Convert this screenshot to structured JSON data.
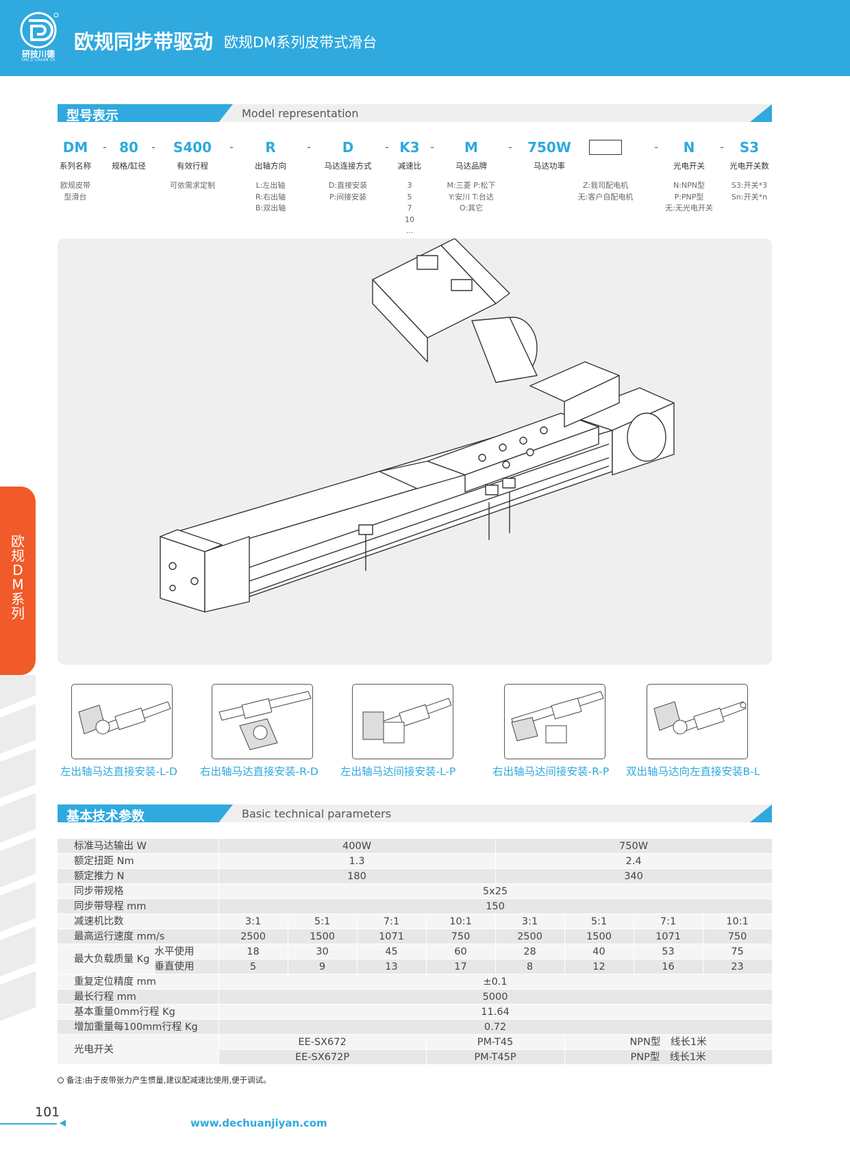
{
  "header": {
    "logo_text": "研技川德",
    "logo_sub": "YAN JI CHUAN DE",
    "title": "欧规同步带驱动",
    "subtitle": "欧规DM系列皮带式滑台"
  },
  "side_tab": {
    "label": "欧规DM系列"
  },
  "model_section": {
    "title": "型号表示",
    "title_en": "Model representation"
  },
  "model_codes": [
    {
      "code": "DM",
      "label": "系列名称",
      "options": "欧规皮带\n型滑台"
    },
    {
      "code": "80",
      "label": "规格/缸径",
      "options": ""
    },
    {
      "code": "S400",
      "label": "有效行程",
      "options": "可依需求定制"
    },
    {
      "code": "R",
      "label": "出轴方向",
      "options": "L:左出轴\nR:右出轴\nB:双出轴"
    },
    {
      "code": "D",
      "label": "马达连接方式",
      "options": "D:直接安装\nP:间接安装"
    },
    {
      "code": "K3",
      "label": "减速比",
      "options": "3\n5\n7\n10\n..."
    },
    {
      "code": "M",
      "label": "马达品牌",
      "options": "M:三菱 P:松下\nY:安川 T:台达\nO:其它"
    },
    {
      "code": "750W",
      "label": "马达功率",
      "options": ""
    },
    {
      "code": "",
      "label": "",
      "options": "Z:我司配电机\n无:客户自配电机"
    },
    {
      "code": "N",
      "label": "光电开关",
      "options": "N:NPN型\nP:PNP型\n无:无光电开关"
    },
    {
      "code": "S3",
      "label": "光电开关数",
      "options": "S3:开关*3\nSn:开关*n"
    }
  ],
  "dash": "-",
  "captions": [
    "左出轴马达直接安装-L-D",
    "右出轴马达直接安装-R-D",
    "左出轴马达间接安装-L-P",
    "右出轴马达间接安装-R-P",
    "双出轴马达向左直接安装B-L"
  ],
  "tech_section": {
    "title": "基本技术参数",
    "title_en": "Basic technical parameters"
  },
  "specs": {
    "motor_output": {
      "label": "标准马达输出 W",
      "v400": "400W",
      "v750": "750W"
    },
    "torque": {
      "label": "额定扭距 Nm",
      "v400": "1.3",
      "v750": "2.4"
    },
    "thrust": {
      "label": "额定推力 N",
      "v400": "180",
      "v750": "340"
    },
    "belt_spec": {
      "label": "同步带规格",
      "value": "5x25"
    },
    "belt_lead": {
      "label": "同步带导程 mm",
      "value": "150"
    },
    "ratio": {
      "label": "减速机比数",
      "values": [
        "3:1",
        "5:1",
        "7:1",
        "10:1",
        "3:1",
        "5:1",
        "7:1",
        "10:1"
      ]
    },
    "speed": {
      "label": "最高运行速度 mm/s",
      "values": [
        "2500",
        "1500",
        "1071",
        "750",
        "2500",
        "1500",
        "1071",
        "750"
      ]
    },
    "load_label": "最大负载质量 Kg",
    "load_h": {
      "label": "水平使用",
      "values": [
        "18",
        "30",
        "45",
        "60",
        "28",
        "40",
        "53",
        "75"
      ]
    },
    "load_v": {
      "label": "垂直使用",
      "values": [
        "5",
        "9",
        "13",
        "17",
        "8",
        "12",
        "16",
        "23"
      ]
    },
    "repeat": {
      "label": "重复定位精度 mm",
      "value": "±0.1"
    },
    "max_stroke": {
      "label": "最长行程 mm",
      "value": "5000"
    },
    "base_weight": {
      "label": "基本重量0mm行程 Kg",
      "value": "11.64"
    },
    "add_weight": {
      "label": "增加重量每100mm行程 Kg",
      "value": "0.72"
    },
    "switch": {
      "label": "光电开关",
      "rows": [
        [
          "EE-SX672",
          "PM-T45",
          "NPN型　线长1米"
        ],
        [
          "EE-SX672P",
          "PM-T45P",
          "PNP型　线长1米"
        ]
      ]
    }
  },
  "note": "备注:由于皮带张力产生惯量,建议配减速比使用,便于调试。",
  "footer": {
    "page_number": "101",
    "website": "www.dechuanjiyan.com"
  }
}
